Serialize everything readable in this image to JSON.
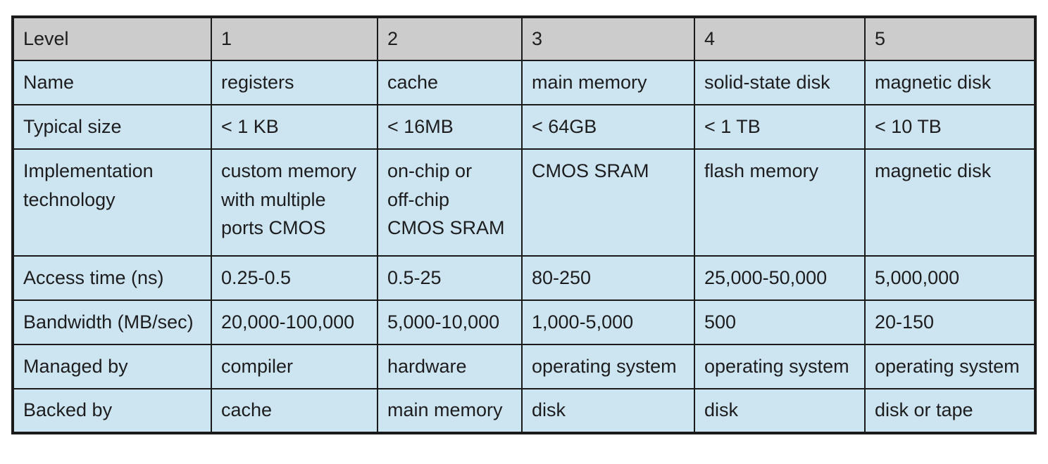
{
  "chart_data": {
    "type": "table",
    "description": "Characteristics of the levels in a computer storage hierarchy",
    "colors": {
      "header_bg": "#cccccc",
      "body_bg": "#cde5f0",
      "border": "#1a1a1a",
      "text": "#1d1d1f"
    },
    "header": {
      "label": "Level",
      "values": [
        "1",
        "2",
        "3",
        "4",
        "5"
      ]
    },
    "rows": [
      {
        "label": "Name",
        "values": [
          "registers",
          "cache",
          "main memory",
          "solid-state disk",
          "magnetic disk"
        ]
      },
      {
        "label": "Typical size",
        "values": [
          "< 1 KB",
          "< 16MB",
          "< 64GB",
          "< 1 TB",
          "< 10 TB"
        ]
      },
      {
        "label": "Implementation\ntechnology",
        "values": [
          "custom memory\nwith multiple\nports CMOS",
          "on-chip or\noff-chip\nCMOS SRAM",
          "CMOS SRAM",
          "flash memory",
          "magnetic disk"
        ]
      },
      {
        "label": "Access time (ns)",
        "values": [
          "0.25-0.5",
          "0.5-25",
          "80-250",
          "25,000-50,000",
          "5,000,000"
        ]
      },
      {
        "label": "Bandwidth (MB/sec)",
        "values": [
          "20,000-100,000",
          "5,000-10,000",
          "1,000-5,000",
          "500",
          "20-150"
        ]
      },
      {
        "label": "Managed by",
        "values": [
          "compiler",
          "hardware",
          "operating system",
          "operating system",
          "operating system"
        ]
      },
      {
        "label": "Backed by",
        "values": [
          "cache",
          "main memory",
          "disk",
          "disk",
          "disk or tape"
        ]
      }
    ]
  }
}
